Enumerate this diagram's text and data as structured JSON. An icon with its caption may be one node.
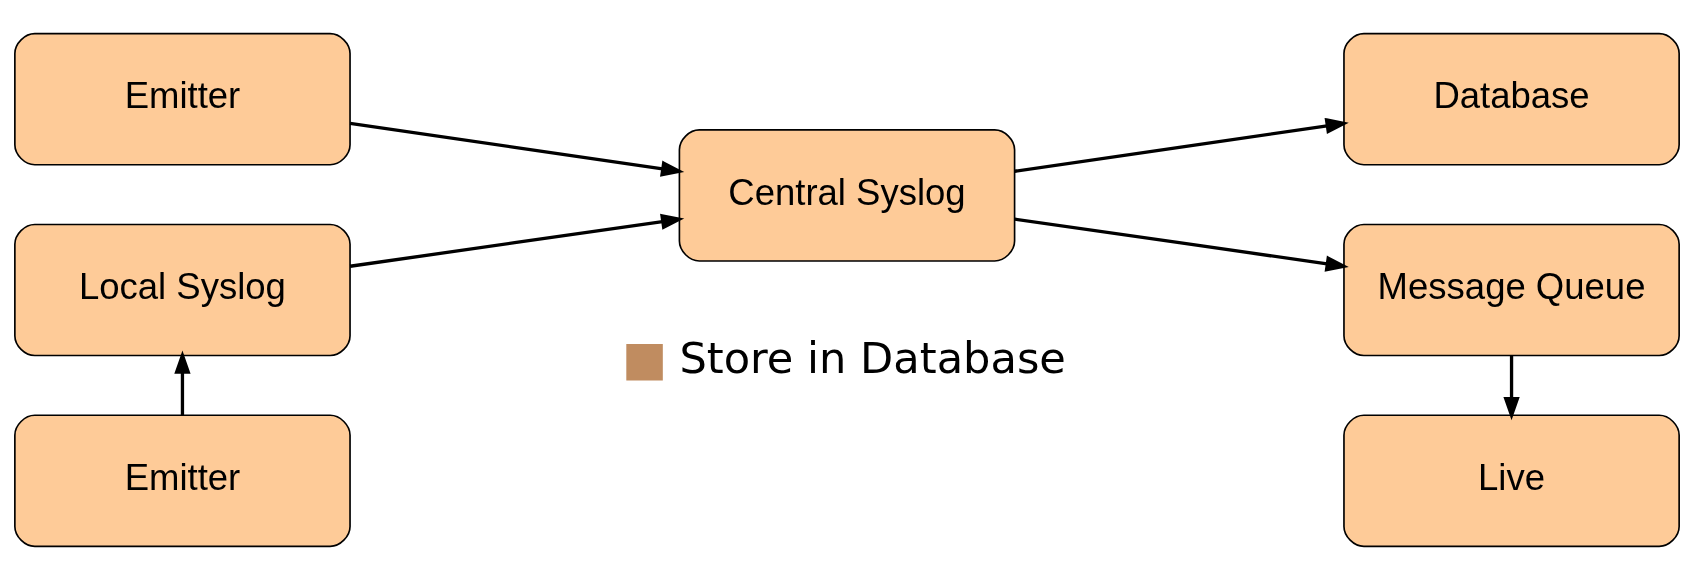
{
  "diagram": {
    "nodes": [
      {
        "text": [
          "Emitter"
        ]
      },
      {
        "text": [
          "Local Syslog"
        ]
      },
      {
        "text": [
          "Emitter"
        ]
      },
      {
        "text": [
          "Central Syslog"
        ]
      },
      {
        "text": [
          "Database"
        ]
      },
      {
        "text": [
          "Message Queue"
        ]
      },
      {
        "text": [
          "Live"
        ]
      }
    ],
    "edges": [
      {
        "from": 0,
        "to": 3,
        "arrow": "to"
      },
      {
        "from": 1,
        "to": 3,
        "arrow": "to"
      },
      {
        "from": 2,
        "to": 1,
        "arrow": "to"
      },
      {
        "from": 3,
        "to": 4,
        "arrow": "to"
      },
      {
        "from": 3,
        "to": 5,
        "arrow": "to"
      },
      {
        "from": 5,
        "to": 6,
        "arrow": "to"
      }
    ],
    "legend": [
      {
        "text": "Store in Database",
        "color": "#c08c60"
      }
    ]
  }
}
